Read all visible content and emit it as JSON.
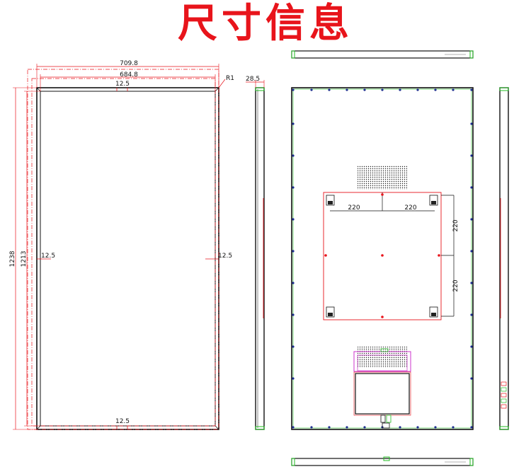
{
  "title": "尺寸信息",
  "front_view": {
    "outer_width": "709.8",
    "inner_width": "684.8",
    "corner_radius": "R1",
    "outer_height": "1238",
    "inner_height": "1213",
    "border_top": "12.5",
    "border_bottom": "12.5",
    "border_left": "12.5",
    "border_right": "12.5"
  },
  "side_view": {
    "depth": "28.5"
  },
  "back_view": {
    "vesa_h_left": "220",
    "vesa_h_right": "220",
    "vesa_v_top": "220",
    "vesa_v_bottom": "220"
  },
  "colors": {
    "title": "#e8141b",
    "outline": "#111111",
    "dimension": "#e8141b",
    "vesa": "#e8141b",
    "bracket": "#cc33cc",
    "connector": "#22bb22",
    "screw": "#1a2a8c"
  }
}
